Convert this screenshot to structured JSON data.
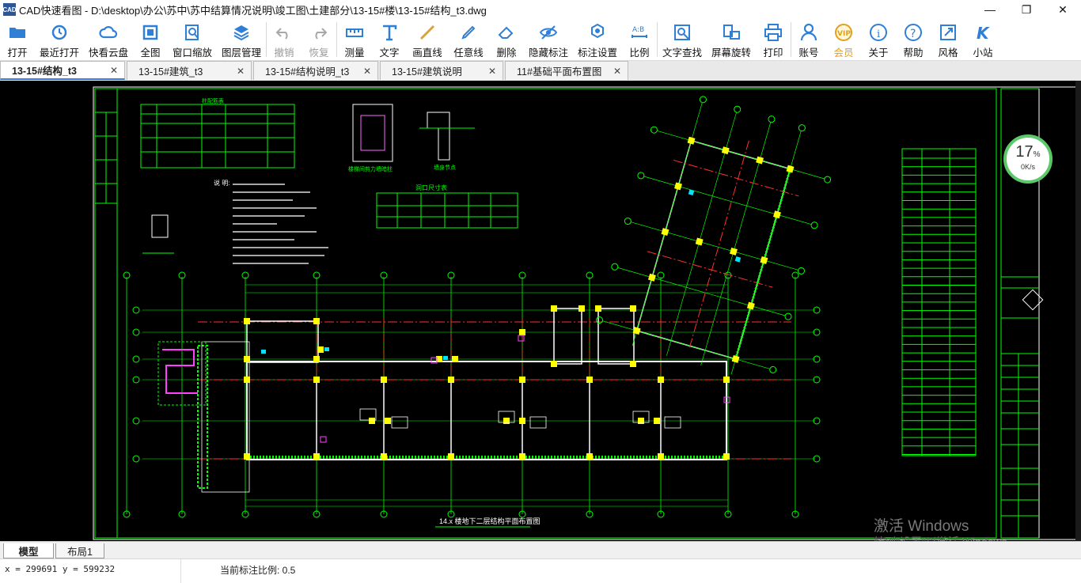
{
  "window": {
    "app_icon": "CAD",
    "title": "CAD快速看图 - D:\\desktop\\办公\\苏中\\苏中结算情况说明\\竣工图\\土建部分\\13-15#楼\\13-15#结构_t3.dwg",
    "minimize": "—",
    "maximize": "❐",
    "close": "✕"
  },
  "toolbar": [
    {
      "label": "打开",
      "icon": "folder-icon",
      "color": "#2f7fd6"
    },
    {
      "label": "最近打开",
      "icon": "history-icon",
      "color": "#2f7fd6"
    },
    {
      "label": "快看云盘",
      "icon": "cloud-icon",
      "color": "#2f7fd6"
    },
    {
      "label": "全图",
      "icon": "fullview-icon",
      "color": "#2f7fd6"
    },
    {
      "label": "窗口缩放",
      "icon": "zoom-window-icon",
      "color": "#2f7fd6"
    },
    {
      "label": "图层管理",
      "icon": "layers-icon",
      "color": "#2f7fd6"
    },
    {
      "label": "撤销",
      "icon": "undo-icon",
      "color": "#a8a8a8",
      "disabled": true
    },
    {
      "label": "恢复",
      "icon": "redo-icon",
      "color": "#a8a8a8",
      "disabled": true
    },
    {
      "label": "测量",
      "icon": "measure-icon",
      "color": "#2f7fd6"
    },
    {
      "label": "文字",
      "icon": "text-icon",
      "color": "#2f7fd6"
    },
    {
      "label": "画直线",
      "icon": "line-icon",
      "color": "#d9a23a"
    },
    {
      "label": "任意线",
      "icon": "pen-icon",
      "color": "#2f7fd6"
    },
    {
      "label": "删除",
      "icon": "eraser-icon",
      "color": "#2f7fd6"
    },
    {
      "label": "隐藏标注",
      "icon": "hide-eye-icon",
      "color": "#2f7fd6"
    },
    {
      "label": "标注设置",
      "icon": "annotation-settings-icon",
      "color": "#2f7fd6"
    },
    {
      "label": "比例",
      "icon": "scale-icon",
      "color": "#2f7fd6"
    },
    {
      "label": "文字查找",
      "icon": "text-search-icon",
      "color": "#2f7fd6"
    },
    {
      "label": "屏幕旋转",
      "icon": "rotate-screen-icon",
      "color": "#2f7fd6"
    },
    {
      "label": "打印",
      "icon": "printer-icon",
      "color": "#2f7fd6"
    },
    {
      "label": "账号",
      "icon": "user-icon",
      "color": "#2f7fd6"
    },
    {
      "label": "会员",
      "icon": "vip-icon",
      "color": "#e0a020"
    },
    {
      "label": "关于",
      "icon": "info-icon",
      "color": "#2f7fd6"
    },
    {
      "label": "帮助",
      "icon": "help-icon",
      "color": "#2f7fd6"
    },
    {
      "label": "风格",
      "icon": "style-icon",
      "color": "#2f7fd6"
    },
    {
      "label": "小站",
      "icon": "k-site-icon",
      "color": "#2f7fd6"
    }
  ],
  "tabs": [
    {
      "label": "13-15#结构_t3",
      "active": true
    },
    {
      "label": "13-15#建筑_t3"
    },
    {
      "label": "13-15#结构说明_t3"
    },
    {
      "label": "13-15#建筑说明"
    },
    {
      "label": "11#基础平面布置图"
    }
  ],
  "tab_close": "✕",
  "layout_tabs": {
    "model": "模型",
    "layout1": "布局1"
  },
  "status": {
    "coords": "x = 299691 y = 599232",
    "scale": "当前标注比例: 0.5"
  },
  "speed_widget": {
    "percent": "17",
    "unit": "%",
    "rate": "0K/s"
  },
  "watermark": {
    "line1": "激活 Windows",
    "line2": "转到\"设置\"以激活 Windows。"
  },
  "drawing": {
    "plan_title": "14.x 楼地下二层结构平面布置图",
    "notes_heading": "说 明:",
    "table1_title": "柱配筋表",
    "table2_title": "洞口尺寸表",
    "detail1": "楼梯间剪力墙暗柱",
    "detail2": "墙身节点"
  }
}
